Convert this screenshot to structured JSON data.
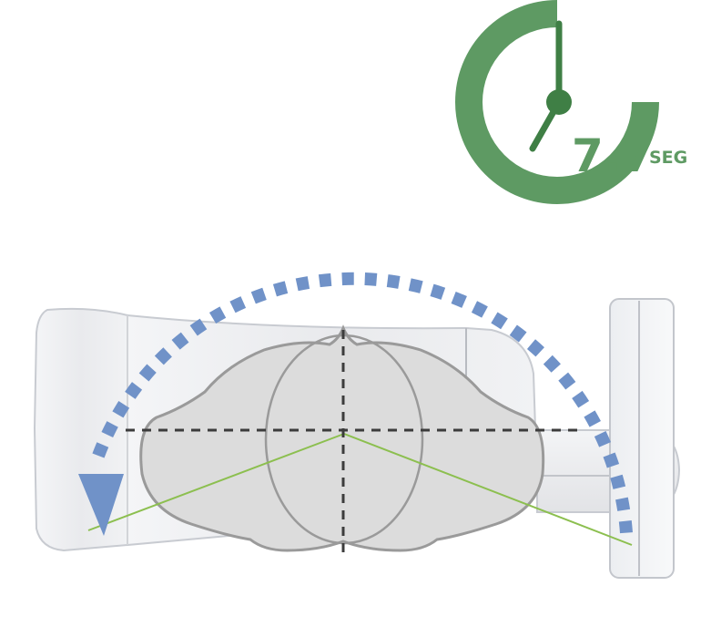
{
  "timer": {
    "value": "7.7",
    "unit": "SEG",
    "progress_fraction": 0.75
  },
  "colors": {
    "timer_green": "#5e9a63",
    "timer_dark_green": "#3f7f45",
    "rotation_arrow_blue": "#7092c8",
    "device_grey": "#e6e7ea",
    "device_outline": "#b9bcc2",
    "patient_fill": "#dcdcdc",
    "patient_outline": "#9a9a9a",
    "beam_line_green": "#8cbf4f",
    "axis_dash": "#3c3c3c"
  },
  "icons": {
    "timer": "stopwatch-icon",
    "rotation": "rotation-arrow-icon"
  }
}
